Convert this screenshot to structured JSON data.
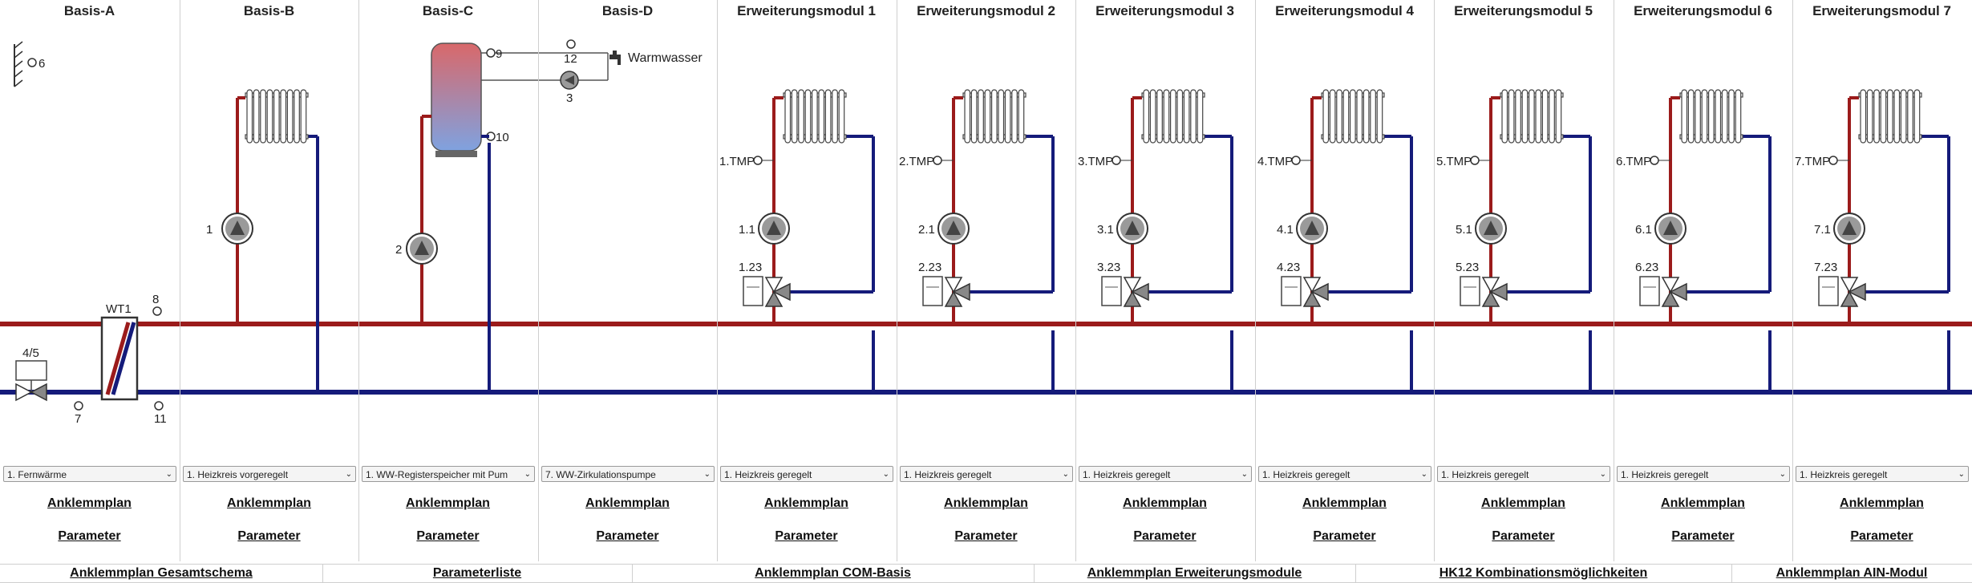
{
  "columns": [
    {
      "title": "Basis-A",
      "select": "1. Fernwärme",
      "link1": "Anklemmplan",
      "link2": "Parameter"
    },
    {
      "title": "Basis-B",
      "select": "1. Heizkreis vorgeregelt",
      "link1": "Anklemmplan",
      "link2": "Parameter"
    },
    {
      "title": "Basis-C",
      "select": "1. WW-Registerspeicher mit Pum",
      "link1": "Anklemmplan",
      "link2": "Parameter"
    },
    {
      "title": "Basis-D",
      "select": "7. WW-Zirkulationspumpe",
      "link1": "Anklemmplan",
      "link2": "Parameter"
    },
    {
      "title": "Erweiterungsmodul 1",
      "select": "1. Heizkreis geregelt",
      "link1": "Anklemmplan",
      "link2": "Parameter"
    },
    {
      "title": "Erweiterungsmodul 2",
      "select": "1. Heizkreis geregelt",
      "link1": "Anklemmplan",
      "link2": "Parameter"
    },
    {
      "title": "Erweiterungsmodul 3",
      "select": "1. Heizkreis geregelt",
      "link1": "Anklemmplan",
      "link2": "Parameter"
    },
    {
      "title": "Erweiterungsmodul 4",
      "select": "1. Heizkreis geregelt",
      "link1": "Anklemmplan",
      "link2": "Parameter"
    },
    {
      "title": "Erweiterungsmodul 5",
      "select": "1. Heizkreis geregelt",
      "link1": "Anklemmplan",
      "link2": "Parameter"
    },
    {
      "title": "Erweiterungsmodul 6",
      "select": "1. Heizkreis geregelt",
      "link1": "Anklemmplan",
      "link2": "Parameter"
    },
    {
      "title": "Erweiterungsmodul 7",
      "select": "1. Heizkreis geregelt",
      "link1": "Anklemmplan",
      "link2": "Parameter"
    }
  ],
  "labels": {
    "a_sensor6": "6",
    "a_valve": "4/5",
    "a_wt": "WT1",
    "a_s8": "8",
    "a_s7": "7",
    "a_s11": "11",
    "b_pump": "1",
    "c_pump": "2",
    "c_s9": "9",
    "c_s10": "10",
    "d_s12": "12",
    "d_pump": "3",
    "d_ww": "Warmwasser",
    "modules": [
      {
        "tmp": "1.TMP",
        "pump": "1.1",
        "mixer": "1.23"
      },
      {
        "tmp": "2.TMP",
        "pump": "2.1",
        "mixer": "2.23"
      },
      {
        "tmp": "3.TMP",
        "pump": "3.1",
        "mixer": "3.23"
      },
      {
        "tmp": "4.TMP",
        "pump": "4.1",
        "mixer": "4.23"
      },
      {
        "tmp": "5.TMP",
        "pump": "5.1",
        "mixer": "5.23"
      },
      {
        "tmp": "6.TMP",
        "pump": "6.1",
        "mixer": "6.23"
      },
      {
        "tmp": "7.TMP",
        "pump": "7.1",
        "mixer": "7.23"
      }
    ]
  },
  "bottom_links": [
    "Anklemmplan Gesamtschema",
    "Parameterliste",
    "Anklemmplan COM-Basis",
    "Anklemmplan Erweiterungsmodule",
    "HK12 Kombinationsmöglichkeiten",
    "Anklemmplan AIN-Modul"
  ],
  "colors": {
    "supply": "#9b1b1b",
    "return": "#151b7a",
    "pump_fill": "#9a9a9a",
    "accent": "#222222"
  }
}
